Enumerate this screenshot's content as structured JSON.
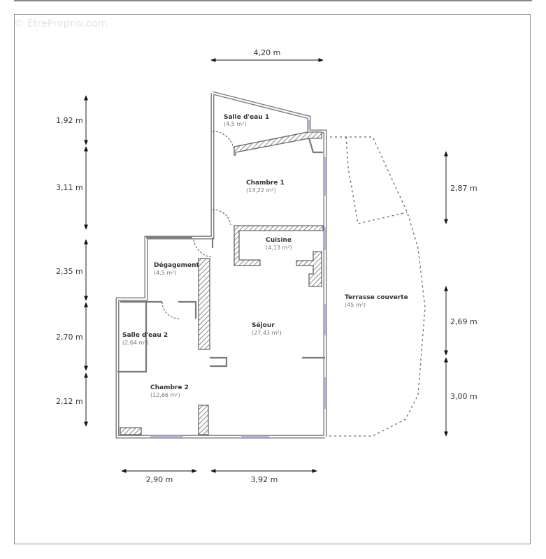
{
  "watermark": "© EtreProprio.com",
  "plan": {
    "rooms": [
      {
        "name": "Salle d'eau 1",
        "area": "(4,5 m²)"
      },
      {
        "name": "Chambre 1",
        "area": "(13,22 m²)"
      },
      {
        "name": "Cuisine",
        "area": "(4,13 m²)"
      },
      {
        "name": "Dégagement",
        "area": "(4,5 m²)"
      },
      {
        "name": "Salle d'eau 2",
        "area": "(2,64 m²)"
      },
      {
        "name": "Séjour",
        "area": "(27,43 m²)"
      },
      {
        "name": "Chambre 2",
        "area": "(12,66 m²)"
      },
      {
        "name": "Terrasse couverte",
        "area": "(45 m²)"
      }
    ],
    "dimensions": {
      "top": [
        "4,20 m"
      ],
      "left": [
        "1,92 m",
        "3,11 m",
        "2,35 m",
        "2,70 m",
        "2,12 m"
      ],
      "right": [
        "2,87 m",
        "2,69 m",
        "3,00 m"
      ],
      "bottom": [
        "2,90 m",
        "3,92 m"
      ]
    },
    "colors": {
      "wall": "#7a7a7a",
      "window": "#b9b9e6",
      "text": "#333333",
      "area_text": "#777777",
      "dash": "#6a6a6a"
    }
  }
}
